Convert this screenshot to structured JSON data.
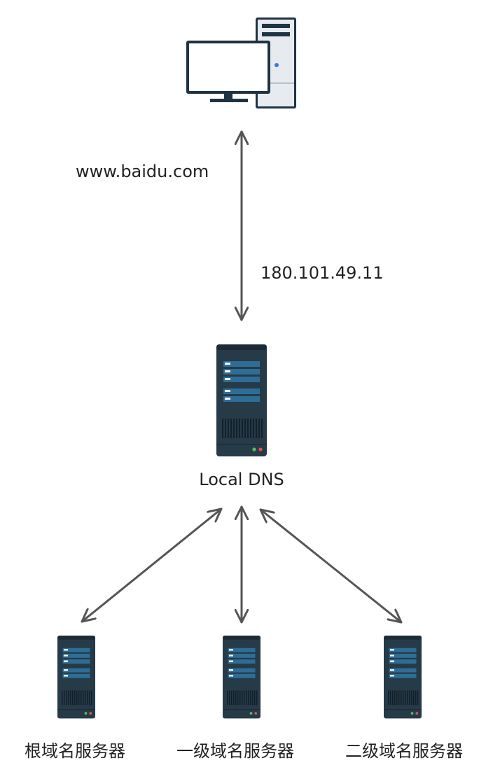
{
  "diagram": {
    "query_label": "www.baidu.com",
    "answer_label": "180.101.49.11",
    "local_dns_label": "Local DNS",
    "root_server_label": "根域名服务器",
    "tld_server_label": "一级域名服务器",
    "second_level_server_label": "二级域名服务器",
    "icons": {
      "client": "desktop-computer-icon",
      "server": "server-rack-icon"
    },
    "colors": {
      "arrow": "#555555",
      "server_body": "#263a48",
      "server_slot": "#2e6e96",
      "monitor_frame": "#1f3442",
      "tower_body": "#e7ebf0",
      "led_green": "#5cb85c",
      "led_red": "#d9534f",
      "power_led": "#3a7bd5"
    }
  }
}
